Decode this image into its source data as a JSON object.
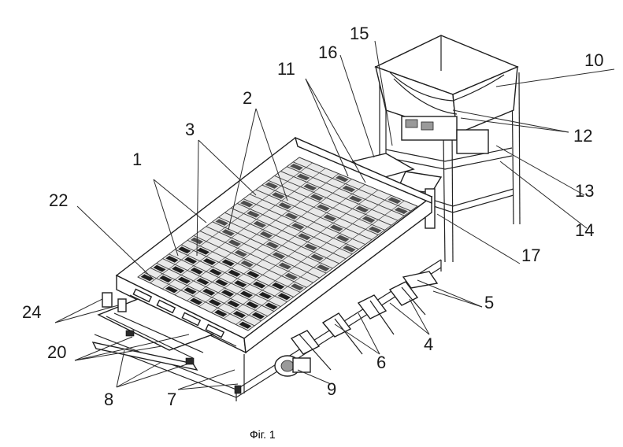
{
  "caption": "Фіг. 1",
  "callouts": [
    {
      "id": "c1",
      "text": "1"
    },
    {
      "id": "c2",
      "text": "2"
    },
    {
      "id": "c3",
      "text": "3"
    },
    {
      "id": "c4",
      "text": "4"
    },
    {
      "id": "c5",
      "text": "5"
    },
    {
      "id": "c6",
      "text": "6"
    },
    {
      "id": "c7",
      "text": "7"
    },
    {
      "id": "c8",
      "text": "8"
    },
    {
      "id": "c9",
      "text": "9"
    },
    {
      "id": "c10",
      "text": "10"
    },
    {
      "id": "c11",
      "text": "11"
    },
    {
      "id": "c12",
      "text": "12"
    },
    {
      "id": "c13",
      "text": "13"
    },
    {
      "id": "c14",
      "text": "14"
    },
    {
      "id": "c15",
      "text": "15"
    },
    {
      "id": "c16",
      "text": "16"
    },
    {
      "id": "c17",
      "text": "17"
    },
    {
      "id": "c20",
      "text": "20"
    },
    {
      "id": "c22",
      "text": "22"
    },
    {
      "id": "c24",
      "text": "24"
    }
  ]
}
